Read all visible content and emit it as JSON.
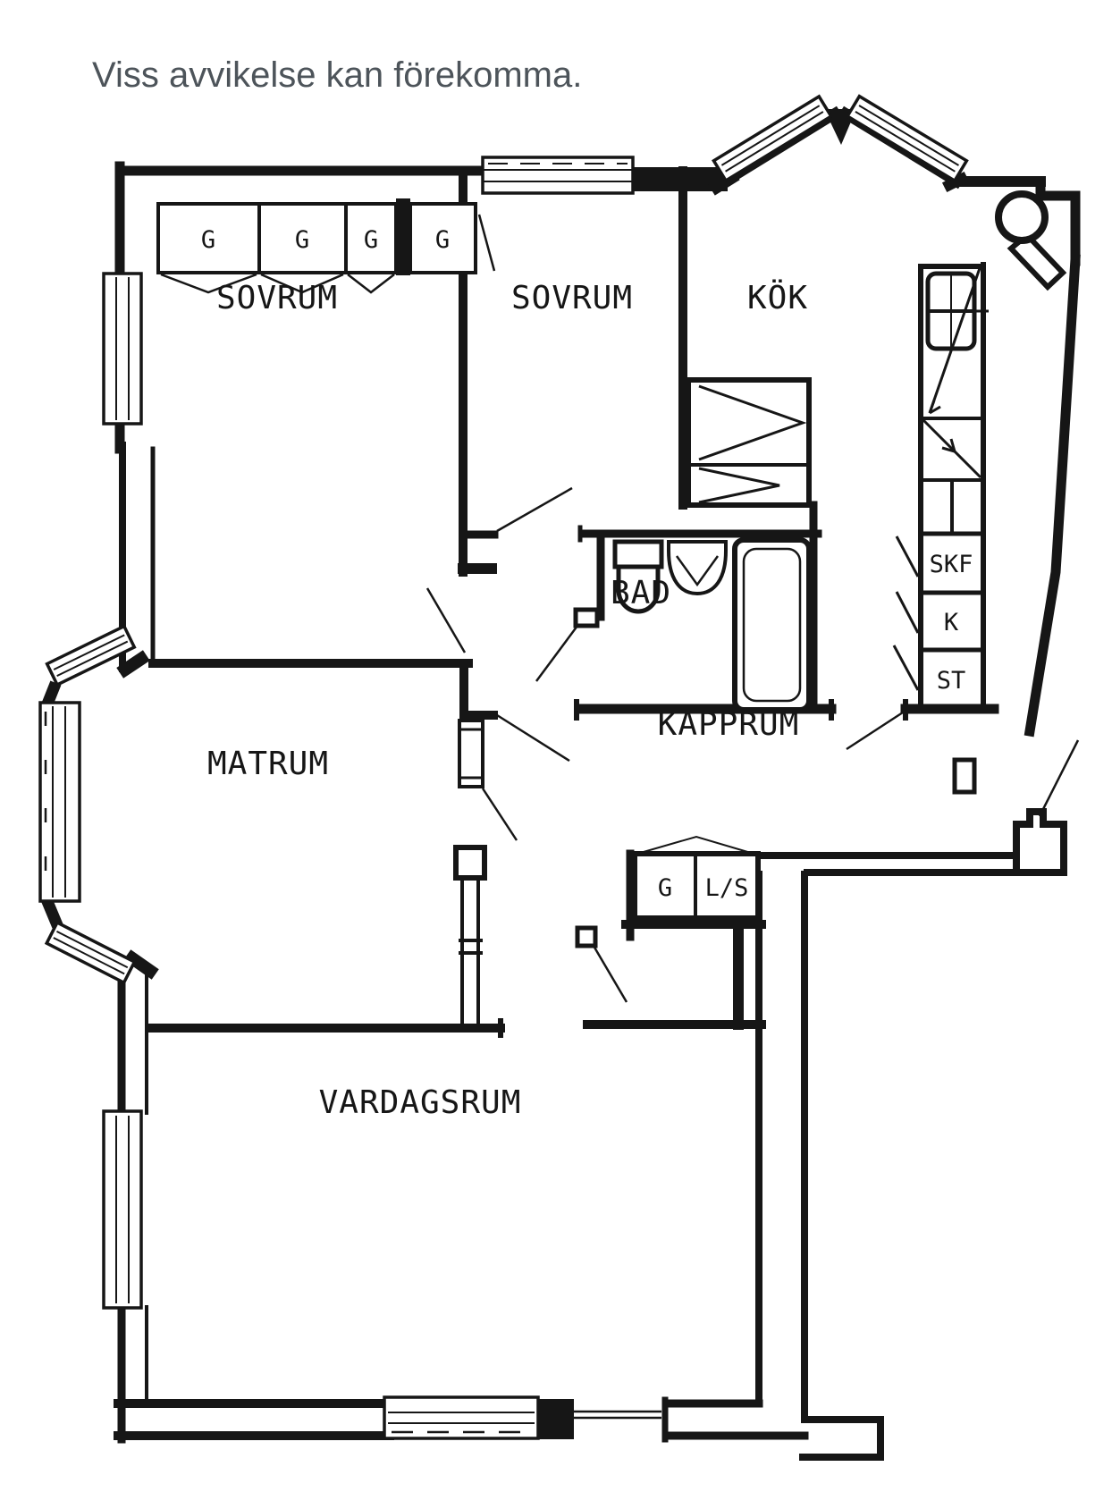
{
  "title": "Viss avvikelse kan förekomma.",
  "colors": {
    "ink": "#161616",
    "title_text": "#4d545a",
    "paper": "#ffffff"
  },
  "rooms": {
    "sovrum_left": "SOVRUM",
    "sovrum_middle": "SOVRUM",
    "kok": "KÖK",
    "bad": "BAD",
    "kapprum": "KAPPRUM",
    "matrum": "MATRUM",
    "vardagsrum": "VARDAGSRUM"
  },
  "cabinets": {
    "bedroom_wardrobes": [
      "G",
      "G",
      "G",
      "G"
    ],
    "kitchen_column": [
      "SKF",
      "K",
      "ST"
    ],
    "hall_units": [
      "G",
      "L/S"
    ]
  }
}
